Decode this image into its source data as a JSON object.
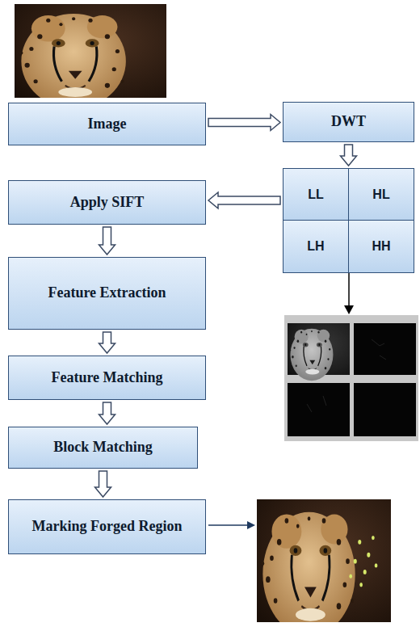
{
  "diagram": {
    "nodes": [
      {
        "text": [
          "Image"
        ]
      },
      {
        "text": [
          "DWT"
        ]
      },
      {
        "text": [
          "LL"
        ]
      },
      {
        "text": [
          "HL"
        ]
      },
      {
        "text": [
          "LH"
        ]
      },
      {
        "text": [
          "HH"
        ]
      },
      {
        "text": [
          "Apply SIFT"
        ]
      },
      {
        "text": [
          "Feature Extraction"
        ]
      },
      {
        "text": [
          "Feature Matching"
        ]
      },
      {
        "text": [
          "Block Matching"
        ]
      },
      {
        "text": [
          "Marking Forged Region"
        ]
      }
    ],
    "edges": [
      {
        "from": 0,
        "to": 1,
        "arrow": "to"
      },
      {
        "from": 1,
        "to": 2,
        "arrow": "to"
      },
      {
        "from": 2,
        "to": 6,
        "arrow": "to"
      },
      {
        "from": 6,
        "to": 7,
        "arrow": "to"
      },
      {
        "from": 7,
        "to": 8,
        "arrow": "to"
      },
      {
        "from": 8,
        "to": 9,
        "arrow": "to"
      },
      {
        "from": 9,
        "to": 10,
        "arrow": "to"
      }
    ]
  }
}
